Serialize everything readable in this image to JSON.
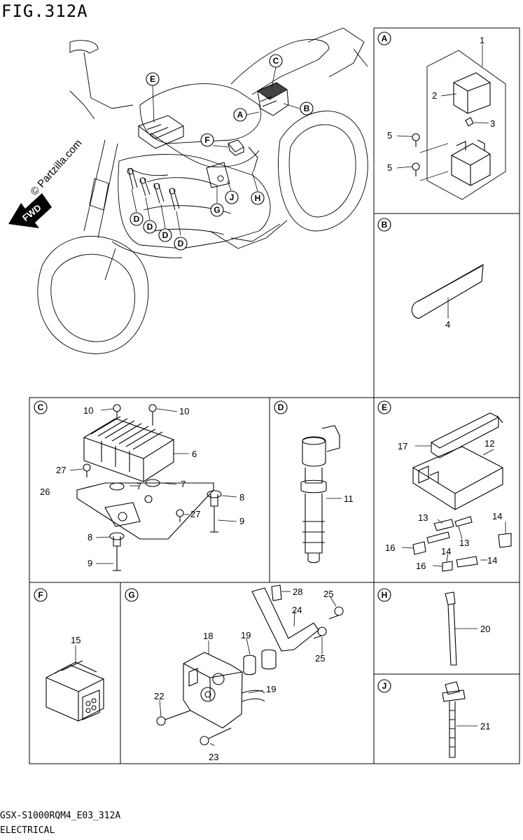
{
  "figure": {
    "title": "FIG.312A",
    "code": "GSX-S1000RQM4_E03_312A",
    "name": "ELECTRICAL",
    "watermark": "© Partzilla.com",
    "forward_label": "FWD"
  },
  "overview_callouts": [
    "E",
    "C",
    "A",
    "B",
    "F",
    "G",
    "J",
    "H",
    "D",
    "D",
    "D",
    "D"
  ],
  "panels": {
    "A": {
      "letter": "A",
      "parts": [
        "1",
        "2",
        "3",
        "5",
        "5"
      ]
    },
    "B": {
      "letter": "B",
      "parts": [
        "4"
      ]
    },
    "C": {
      "letter": "C",
      "parts": [
        "10",
        "10",
        "6",
        "27",
        "26",
        "7",
        "7",
        "8",
        "27",
        "9",
        "8",
        "9"
      ]
    },
    "D": {
      "letter": "D",
      "parts": [
        "11"
      ]
    },
    "E": {
      "letter": "E",
      "parts": [
        "17",
        "12",
        "13",
        "14",
        "13",
        "16",
        "14",
        "16",
        "14"
      ]
    },
    "F": {
      "letter": "F",
      "parts": [
        "15"
      ]
    },
    "G": {
      "letter": "G",
      "parts": [
        "28",
        "25",
        "24",
        "18",
        "19",
        "25",
        "19",
        "22",
        "23"
      ]
    },
    "H": {
      "letter": "H",
      "parts": [
        "20"
      ]
    },
    "J": {
      "letter": "J",
      "parts": [
        "21"
      ]
    }
  }
}
